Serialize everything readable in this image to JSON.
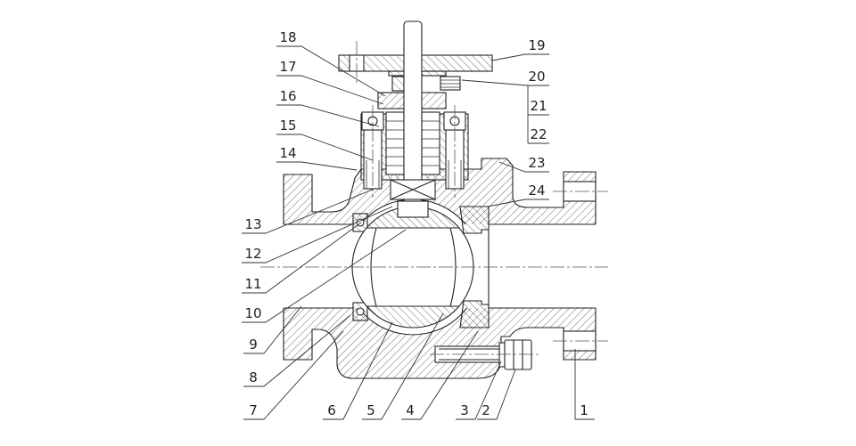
{
  "diagram": {
    "callouts": [
      "1",
      "2",
      "3",
      "4",
      "5",
      "6",
      "7",
      "8",
      "9",
      "10",
      "11",
      "12",
      "13",
      "14",
      "15",
      "16",
      "17",
      "18",
      "19",
      "20",
      "21",
      "22",
      "23",
      "24"
    ]
  },
  "colors": {
    "line": "#222222",
    "hatch": "#4a4a4a",
    "background": "#ffffff"
  }
}
